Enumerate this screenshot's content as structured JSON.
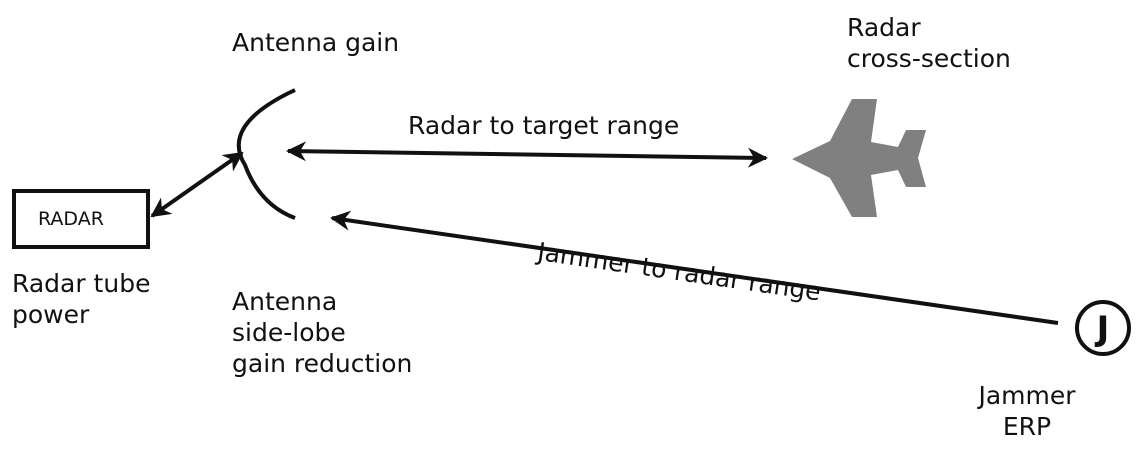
{
  "labels": {
    "antenna_gain": "Antenna gain",
    "radar_cross_section": [
      "Radar",
      "cross-section"
    ],
    "radar_to_target": "Radar to target range",
    "radar_box": "RADAR",
    "jammer_to_radar": "Jammer to radar range",
    "radar_tube_power": [
      "Radar tube",
      "power"
    ],
    "antenna_sidelobe": [
      "Antenna",
      "side-lobe",
      "gain reduction"
    ],
    "jammer_erp": [
      "Jammer",
      "ERP"
    ],
    "jammer_symbol": "J"
  },
  "colors": {
    "line": "#111111",
    "aircraft": "#808080"
  }
}
